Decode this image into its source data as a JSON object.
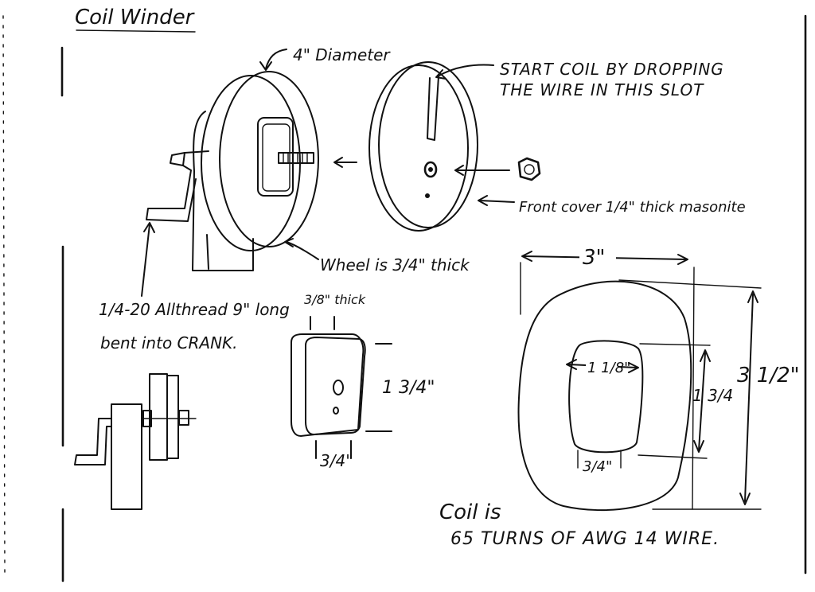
{
  "title": "Coil Winder",
  "labels": {
    "diameter": "4\" Diameter",
    "slot_note_line1": "START COIL BY DROPPING",
    "slot_note_line2": "THE WIRE IN THIS SLOT",
    "front_cover": "Front cover 1/4\" thick masonite",
    "wheel": "Wheel is 3/4\" thick",
    "allthread_line1": "1/4-20 Allthread 9\" long",
    "allthread_line2": "bent into CRANK.",
    "block_thickness": "3/8\" thick",
    "block_height": "1 3/4\"",
    "block_width": "3/4\"",
    "coil_width": "3\"",
    "coil_height": "3 1/2\"",
    "inner_top_width": "1 1/8\"",
    "inner_height": "1 3/4",
    "inner_bottom_width": "3/4\"",
    "coil_note_line1": "Coil is",
    "coil_note_line2": "65 TURNS OF AWG 14 WIRE."
  }
}
